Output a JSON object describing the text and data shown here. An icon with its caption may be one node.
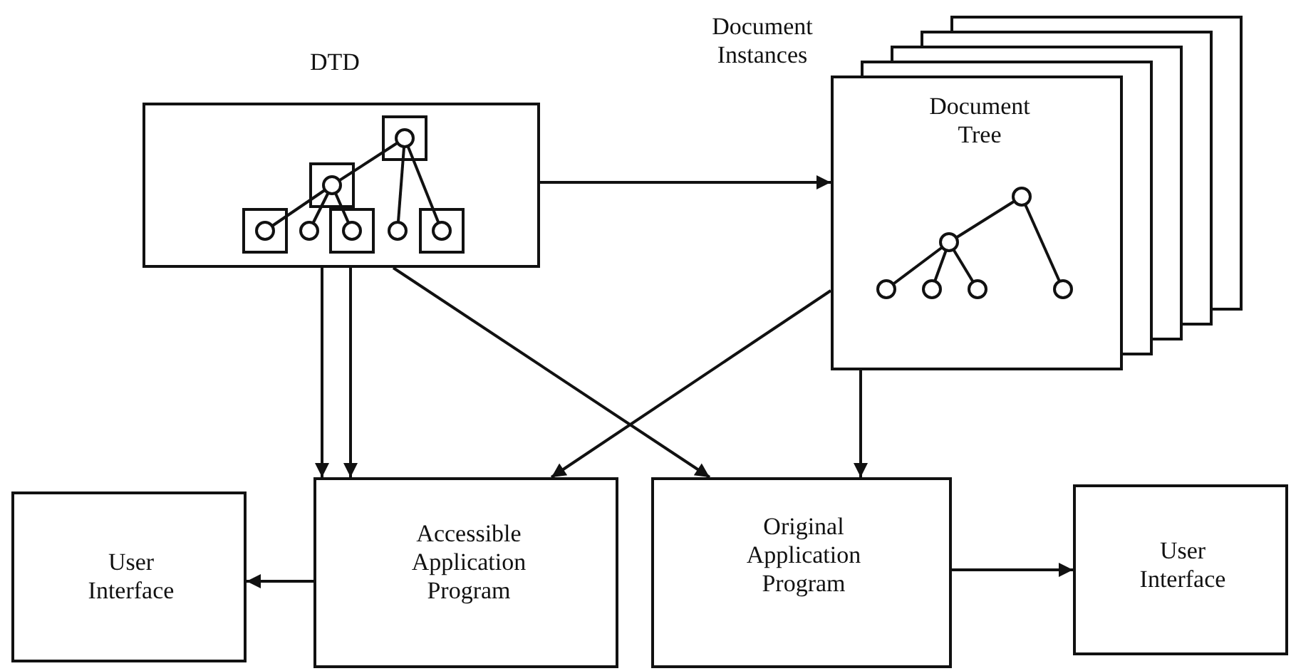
{
  "diagram": {
    "nodes": [
      {
        "text": [
          "DTD"
        ]
      },
      {
        "text": [
          "Document Instances",
          "Document Tree"
        ]
      },
      {
        "text": [
          "User Interface"
        ]
      },
      {
        "text": [
          "Accessible Application Program"
        ]
      },
      {
        "text": [
          "Original Application Program"
        ]
      },
      {
        "text": [
          "User Interface"
        ]
      }
    ],
    "edges": [
      {
        "from": 0,
        "to": 1,
        "arrow": "to"
      },
      {
        "from": 0,
        "to": 3,
        "arrow": "to"
      },
      {
        "from": 0,
        "to": 3,
        "arrow": "to"
      },
      {
        "from": 0,
        "to": 4,
        "arrow": "to"
      },
      {
        "from": 1,
        "to": 3,
        "arrow": "to"
      },
      {
        "from": 1,
        "to": 4,
        "arrow": "to"
      },
      {
        "from": 3,
        "to": 2,
        "arrow": "to"
      },
      {
        "from": 4,
        "to": 5,
        "arrow": "to"
      }
    ]
  }
}
